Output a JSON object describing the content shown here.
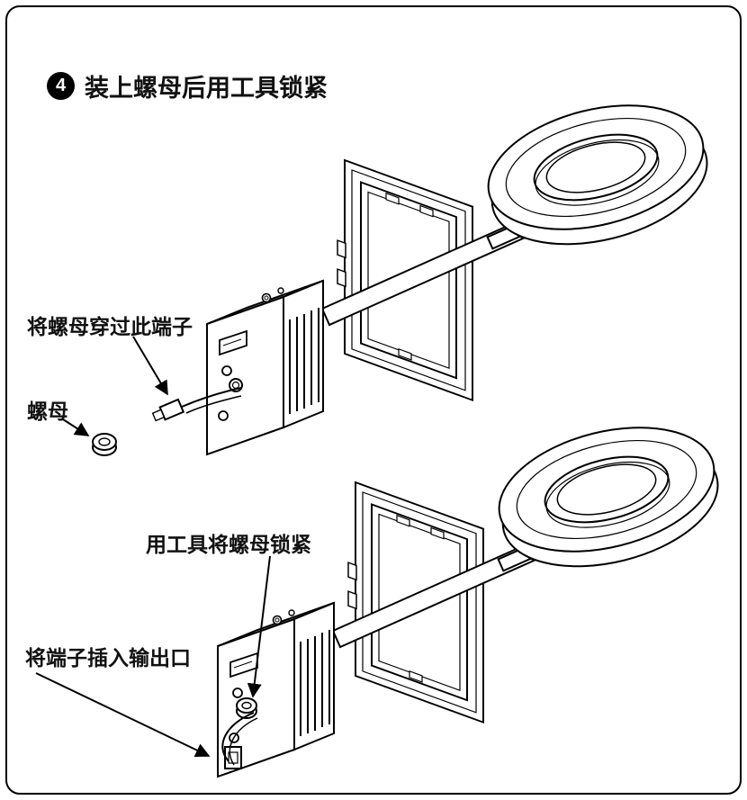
{
  "step": {
    "number": "4",
    "title": "装上螺母后用工具锁紧"
  },
  "labels": {
    "pass_nut": "将螺母穿过此端子",
    "nut": "螺母",
    "tighten": "用工具将螺母锁紧",
    "insert_terminal": "将端子插入输出口"
  },
  "colors": {
    "line": "#000000",
    "background": "#ffffff",
    "badge": "#000000",
    "badge_text": "#ffffff"
  }
}
